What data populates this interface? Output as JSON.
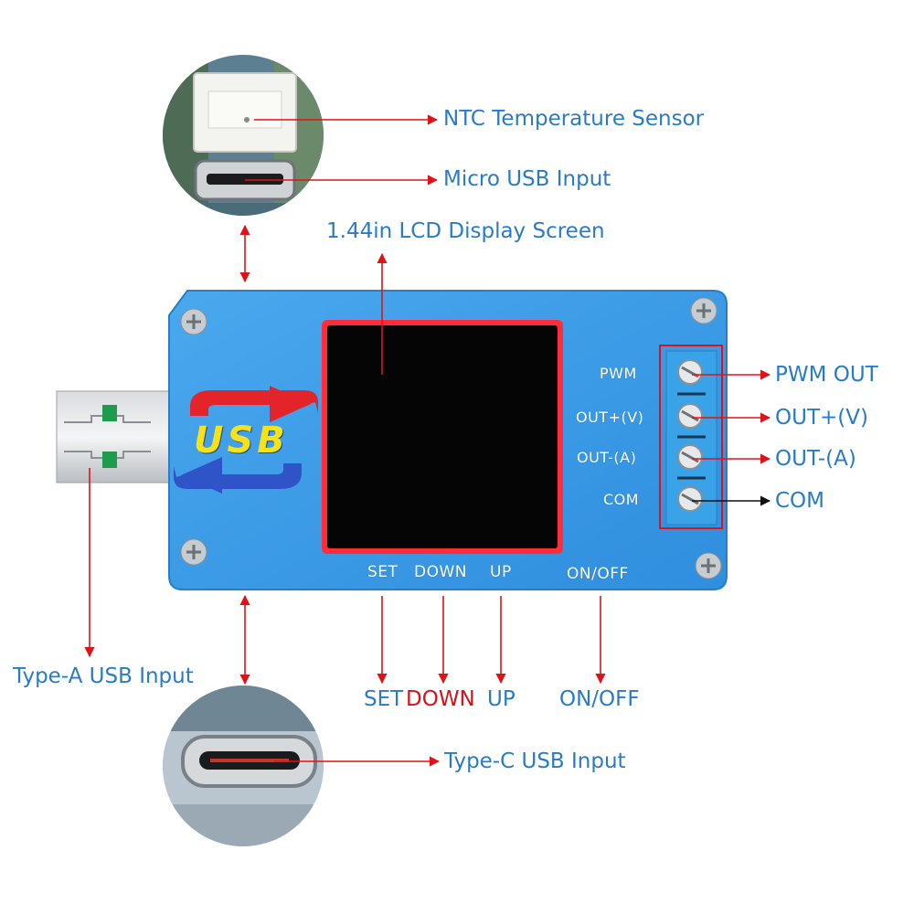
{
  "colors": {
    "board_blue": "#3a9be6",
    "label_blue": "#2a7bc7",
    "arrow_red": "#e01218",
    "lcd_bezel": "#ff2d3a"
  },
  "callouts": {
    "ntc": "NTC Temperature Sensor",
    "micro_usb": "Micro USB Input",
    "lcd": "1.44in LCD Display Screen",
    "pwm_out": "PWM OUT",
    "out_v": "OUT+(V)",
    "out_a": "OUT-(A)",
    "com": "COM",
    "type_a": "Type-A USB Input",
    "type_c": "Type-C USB Input",
    "set": "SET",
    "down": "DOWN",
    "up": "UP",
    "onoff": "ON/OFF"
  },
  "board": {
    "logo": "USB",
    "pwm": "PWM",
    "out_v": "OUT+(V)",
    "out_a": "OUT-(A)",
    "com": "COM",
    "set": "SET",
    "down": "DOWN",
    "up": "UP",
    "onoff": "ON/OFF"
  }
}
